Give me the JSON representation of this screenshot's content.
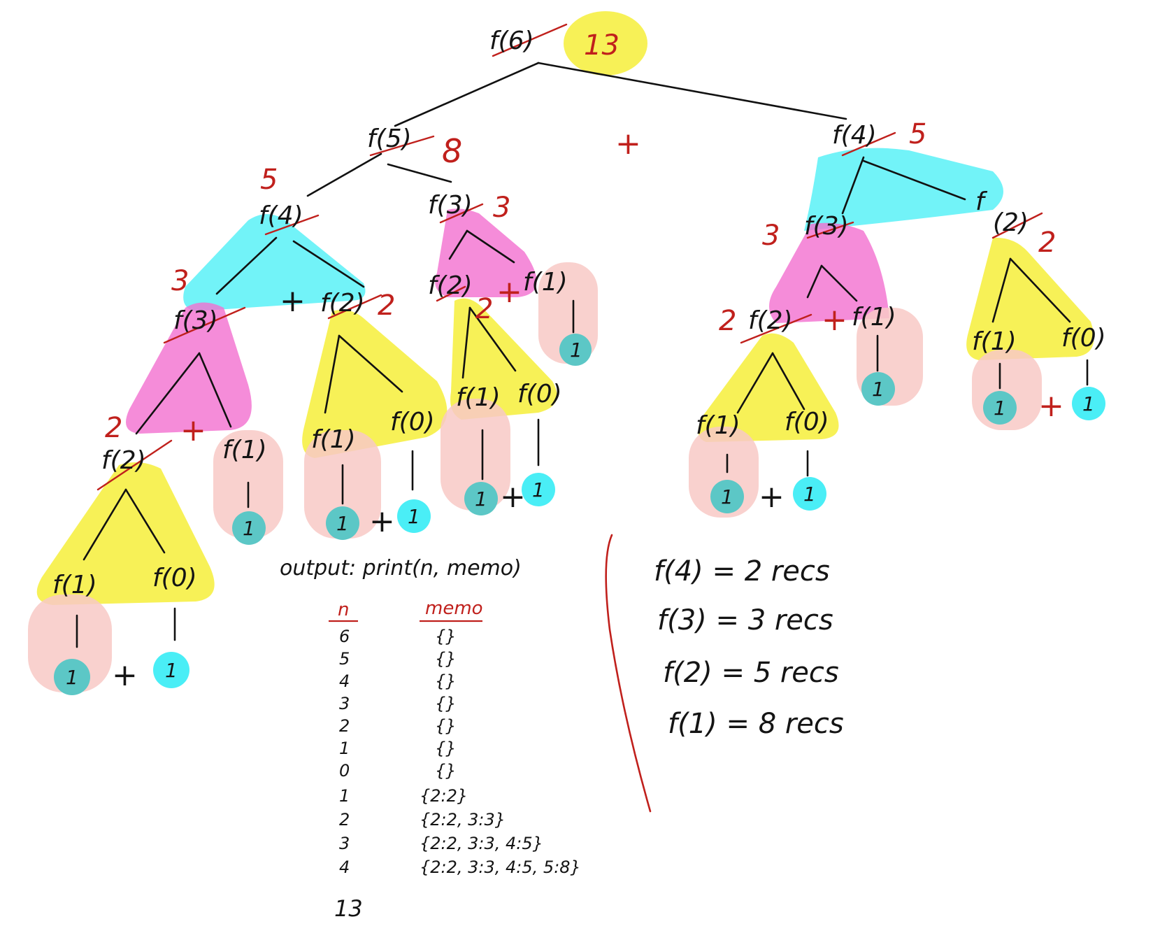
{
  "highlight_colors": {
    "yellow": "#f6ef3a",
    "pink": "#f36fd0",
    "cyan": "#4af0f6",
    "salmon": "#f8c9c6",
    "teal_leaf": "#5cc7c6",
    "cyan_leaf": "#4aeef6",
    "ink": "#141414",
    "red_ink": "#c0201c"
  },
  "plus_sign": "+",
  "tree": {
    "labels": {
      "f6": "f(6)",
      "f5": "f(5)",
      "f4_right": "f(4)",
      "f4_left": "f(4)",
      "f3_a": "f(3)",
      "f3_b": "f(3)",
      "f3_c": "f(3)",
      "f2_a": "f(2)",
      "f2_b": "f(2)",
      "f2_c": "f(2)",
      "f2_d": "f(2)",
      "f2_e_f": "f",
      "f2_e_rest": "(2)",
      "f1_a": "f(1)",
      "f1_b": "f(1)",
      "f1_c": "f(1)",
      "f1_d": "f(1)",
      "f1_e": "f(1)",
      "f1_f": "f(1)",
      "f1_g": "f(1)",
      "f1_h": "f(1)",
      "f0_a": "f(0)",
      "f0_b": "f(0)",
      "f0_c": "f(0)",
      "f0_d": "f(0)",
      "f0_e": "f(0)"
    },
    "leaf_value": "1",
    "results": {
      "r13": "13",
      "r8": "8",
      "r5_right": "5",
      "r5_left": "5",
      "r3_mid": "3",
      "r3_left": "3",
      "r3_right": "3",
      "r2_a": "2",
      "r2_b": "2",
      "r2_c": "2",
      "r2_d": "2",
      "r2_e": "2"
    }
  },
  "output": {
    "heading": "output:  print(n, memo)",
    "col_n": "n",
    "col_memo": "memo",
    "rows": [
      {
        "n": "6",
        "memo": "{}"
      },
      {
        "n": "5",
        "memo": "{}"
      },
      {
        "n": "4",
        "memo": "{}"
      },
      {
        "n": "3",
        "memo": "{}"
      },
      {
        "n": "2",
        "memo": "{}"
      },
      {
        "n": "1",
        "memo": "{}"
      },
      {
        "n": "0",
        "memo": "{}"
      },
      {
        "n": "1",
        "memo": "{2:2}"
      },
      {
        "n": "2",
        "memo": "{2:2, 3:3}"
      },
      {
        "n": "3",
        "memo": "{2:2, 3:3, 4:5}"
      },
      {
        "n": "4",
        "memo": "{2:2, 3:3, 4:5, 5:8}"
      }
    ],
    "final": "13"
  },
  "recursion_counts": [
    "f(4) = 2  recs",
    "f(3) = 3  recs",
    "f(2) = 5  recs",
    "f(1) = 8  recs"
  ]
}
